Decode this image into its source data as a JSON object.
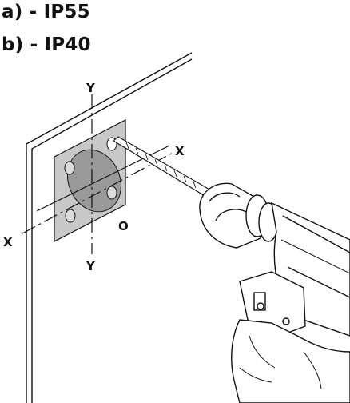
{
  "headings": {
    "line_a": "a) - IP55",
    "line_b": "b) - IP40"
  },
  "axis_labels": {
    "y_top": "Y",
    "y_bottom": "Y",
    "x_right": "X",
    "x_left": "X",
    "origin": "O"
  },
  "colors": {
    "ink": "#111111",
    "plate": "#c8c8c8",
    "recess": "#9a9a9a",
    "wall": "#ffffff"
  }
}
